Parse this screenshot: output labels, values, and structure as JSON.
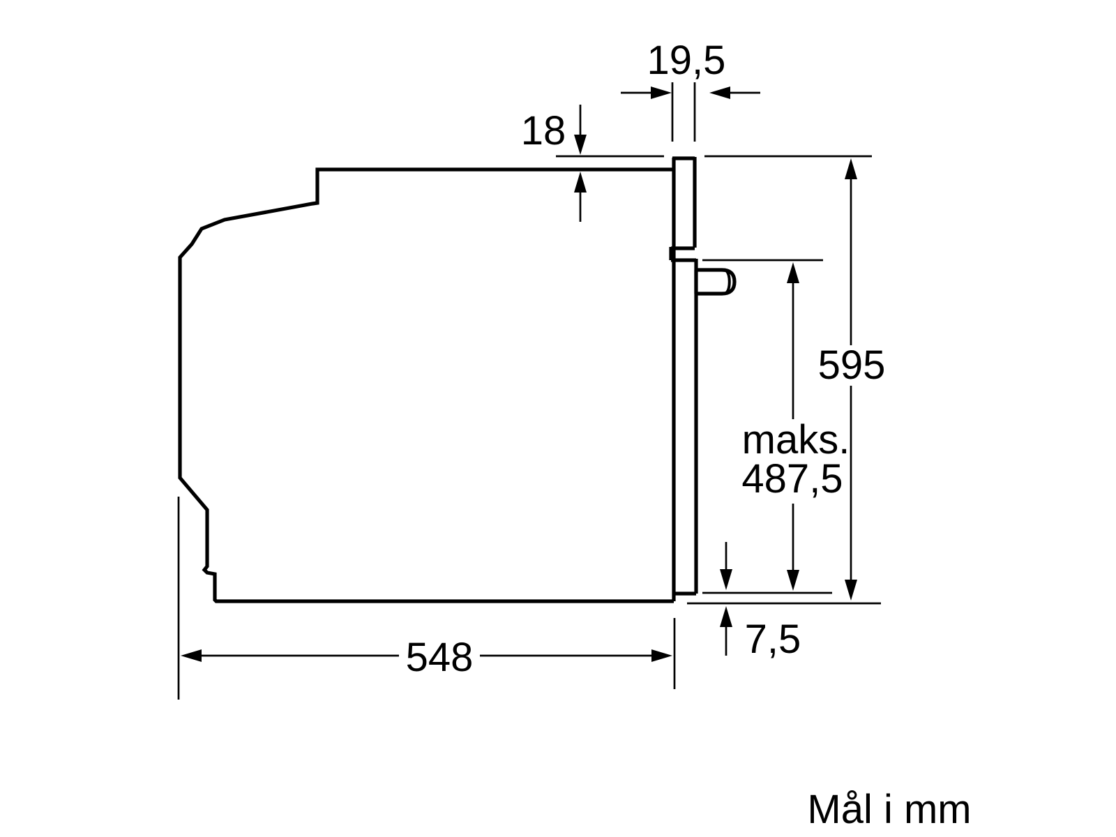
{
  "colors": {
    "line": "#000000",
    "background": "#ffffff"
  },
  "dimensions": {
    "frame_depth": {
      "label": "19,5"
    },
    "frame_top_overhang": {
      "label": "18"
    },
    "height": {
      "label": "595"
    },
    "max_height": {
      "line1": "maks.",
      "line2": "487,5"
    },
    "door_bottom_gap": {
      "label": "7,5"
    },
    "body_depth": {
      "label": "548"
    }
  },
  "footer": {
    "units_note": "Mål i mm"
  }
}
